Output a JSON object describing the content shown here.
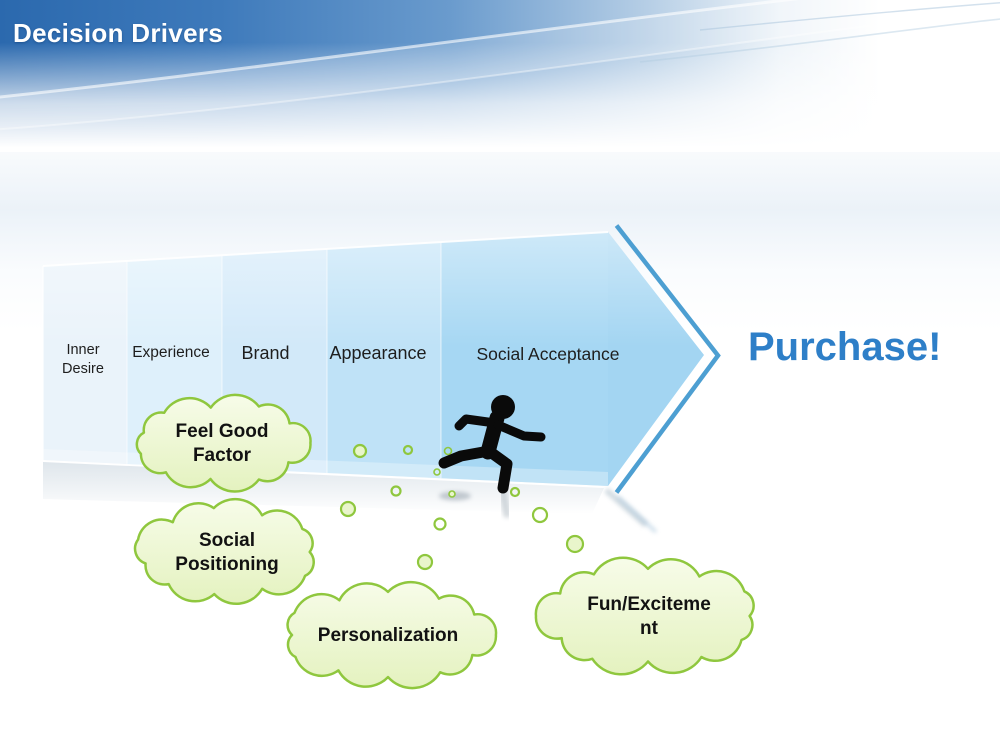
{
  "slide": {
    "title": "Decision Drivers"
  },
  "funnel": {
    "segments": [
      {
        "label": "Inner Desire"
      },
      {
        "label": "Experience"
      },
      {
        "label": "Brand"
      },
      {
        "label": "Appearance"
      },
      {
        "label": "Social Acceptance"
      }
    ],
    "result_label": "Purchase!"
  },
  "thought_clouds": [
    {
      "label": "Feel Good Factor"
    },
    {
      "label": "Social Positioning"
    },
    {
      "label": "Personalization"
    },
    {
      "label": "Fun/Excitement"
    }
  ],
  "icons": [
    {
      "name": "running-person-icon"
    },
    {
      "name": "thought-bubble-trail"
    }
  ],
  "colors": {
    "header_blue": "#2b69ae",
    "title_text": "#ffffff",
    "segment_label_text": "#1e1e1e",
    "purchase_blue": "#2e7fc8",
    "arrow_segment_fills": [
      "#eaf3fa",
      "#def0fb",
      "#d2e9f9",
      "#bfe2f7",
      "#a6d7f3"
    ],
    "arrow_outline_blue": "#4d9fd2",
    "cloud_fill": "#edf6cd",
    "cloud_stroke": "#8fc73e",
    "bubble_stroke": "#8fc73e",
    "runner_silhouette": "#0a0a0a"
  }
}
